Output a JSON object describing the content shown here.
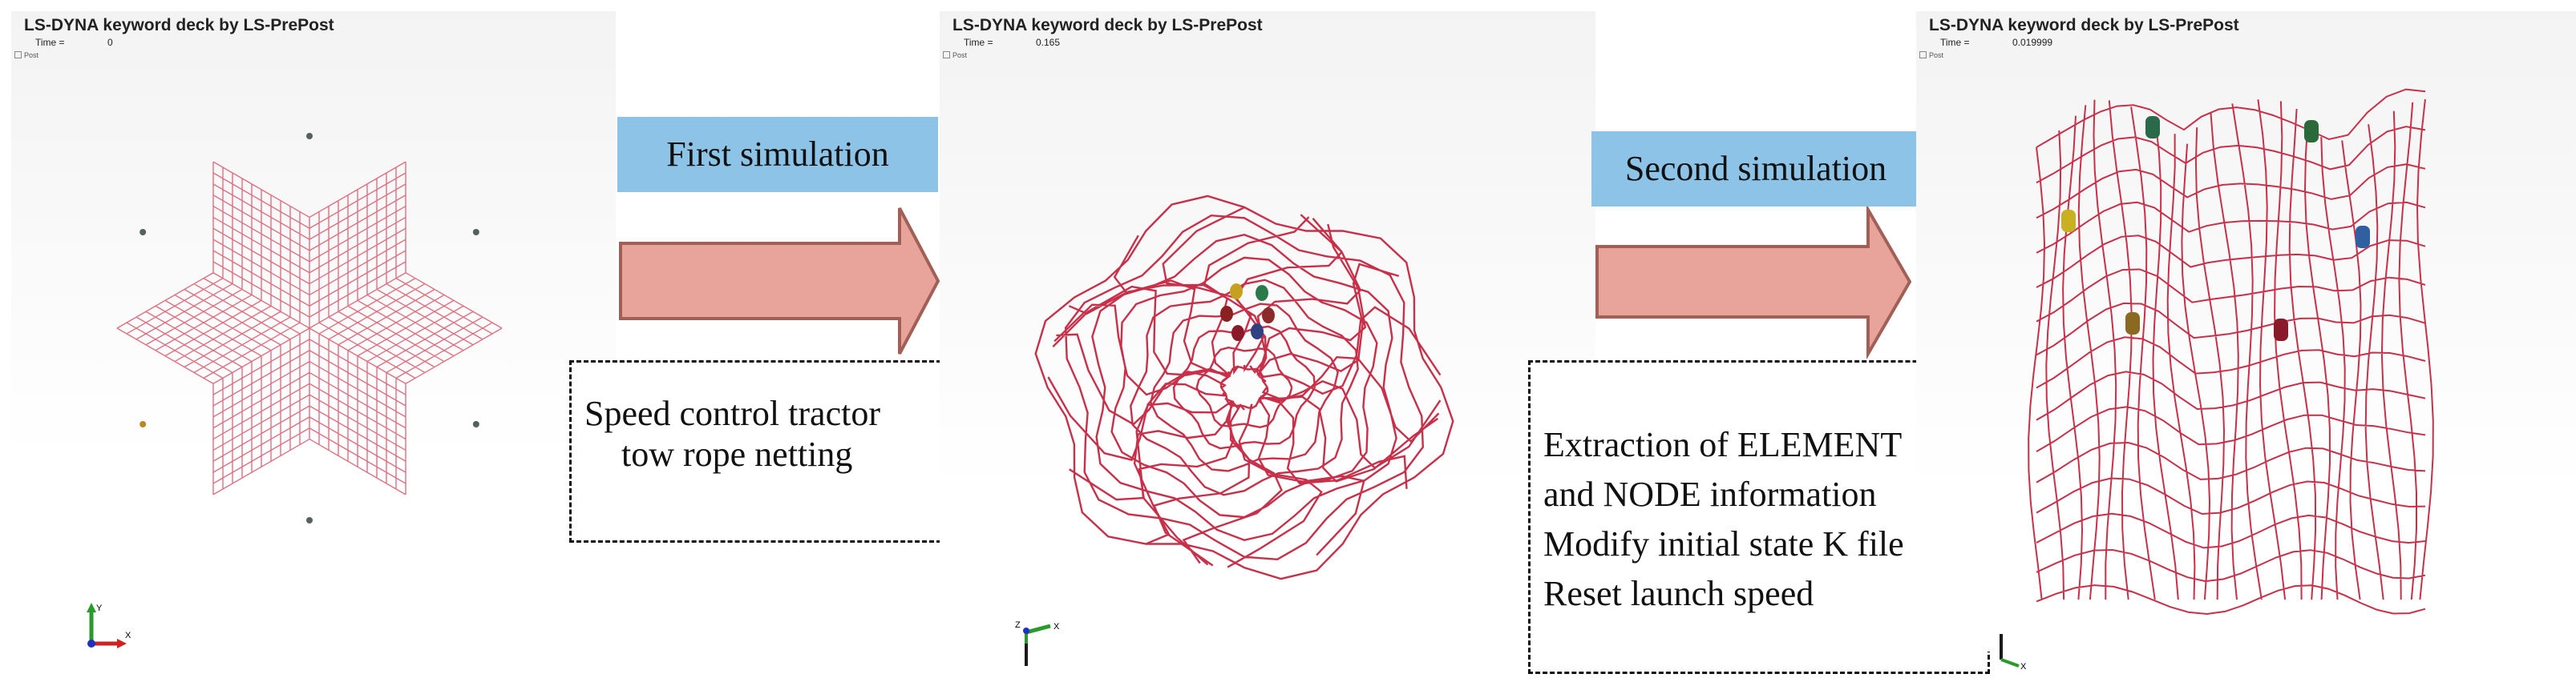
{
  "panels": [
    {
      "title": "LS-DYNA keyword deck by LS-PrePost",
      "time_label": "Time =",
      "time_value": "0",
      "fringe_label": "Post"
    },
    {
      "title": "LS-DYNA keyword deck by LS-PrePost",
      "time_label": "Time =",
      "time_value": "0.165",
      "fringe_label": "Post"
    },
    {
      "title": "LS-DYNA keyword deck by LS-PrePost",
      "time_label": "Time =",
      "time_value": "0.019999",
      "fringe_label": "Post"
    }
  ],
  "axes": {
    "x_label": "X",
    "y_label": "Y",
    "z_label": "Z"
  },
  "steps": [
    {
      "label": "First simulation",
      "note_lines": [
        "Speed control tractor",
        "tow rope netting"
      ]
    },
    {
      "label": "Second simulation",
      "note_lines": [
        "Extraction of ELEMENT",
        "and NODE information",
        "Modify initial state K file",
        "Reset launch speed"
      ]
    }
  ],
  "colors": {
    "mesh": "#e07080",
    "deformed_mesh": "#c8304a",
    "label_fill": "#8dc3e6",
    "arrow_fill": "#e8a49a",
    "arrow_stroke": "#a06058"
  }
}
